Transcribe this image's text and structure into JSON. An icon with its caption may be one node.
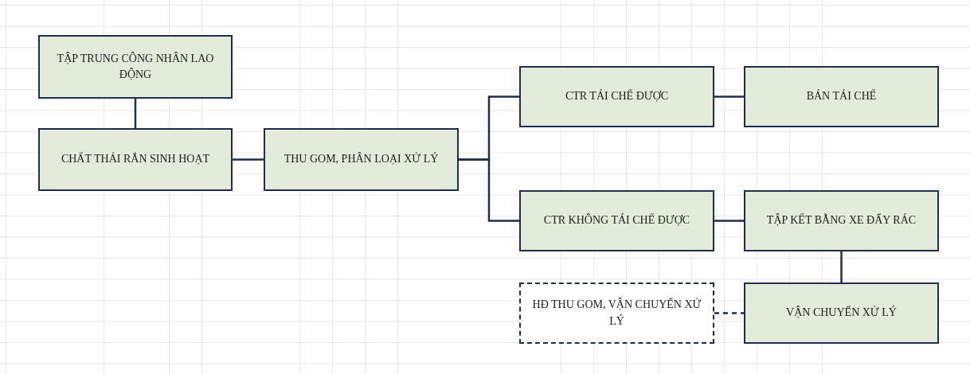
{
  "diagram": {
    "nodes": [
      {
        "text": [
          "TẬP TRUNG CÔNG NHÂN LAO ĐỘNG"
        ]
      },
      {
        "text": [
          "CHẤT THẢI RẮN SINH HOẠT"
        ]
      },
      {
        "text": [
          "THU GOM, PHÂN LOẠI XỬ LÝ"
        ]
      },
      {
        "text": [
          "CTR TÁI CHẾ ĐƯỢC"
        ]
      },
      {
        "text": [
          "BÁN TÁI CHẾ"
        ]
      },
      {
        "text": [
          "CTR KHÔNG TÁI CHẾ ĐƯỢC"
        ]
      },
      {
        "text": [
          "TẬP KẾT BẰNG XE ĐẨY RÁC"
        ]
      },
      {
        "text": [
          "HĐ THU GOM, VẬN CHUYỂN XỬ LÝ"
        ]
      },
      {
        "text": [
          "VẬN CHUYỂN XỬ LÝ"
        ]
      }
    ],
    "edges": [
      {
        "from": 0,
        "to": 1,
        "arrow": "none"
      },
      {
        "from": 1,
        "to": 2,
        "arrow": "none"
      },
      {
        "from": 2,
        "to": 3,
        "arrow": "none"
      },
      {
        "from": 2,
        "to": 5,
        "arrow": "none"
      },
      {
        "from": 3,
        "to": 4,
        "arrow": "none"
      },
      {
        "from": 5,
        "to": 6,
        "arrow": "none"
      },
      {
        "from": 6,
        "to": 8,
        "arrow": "none"
      },
      {
        "from": 7,
        "to": 8,
        "arrow": "none",
        "style": "dashed"
      }
    ]
  }
}
